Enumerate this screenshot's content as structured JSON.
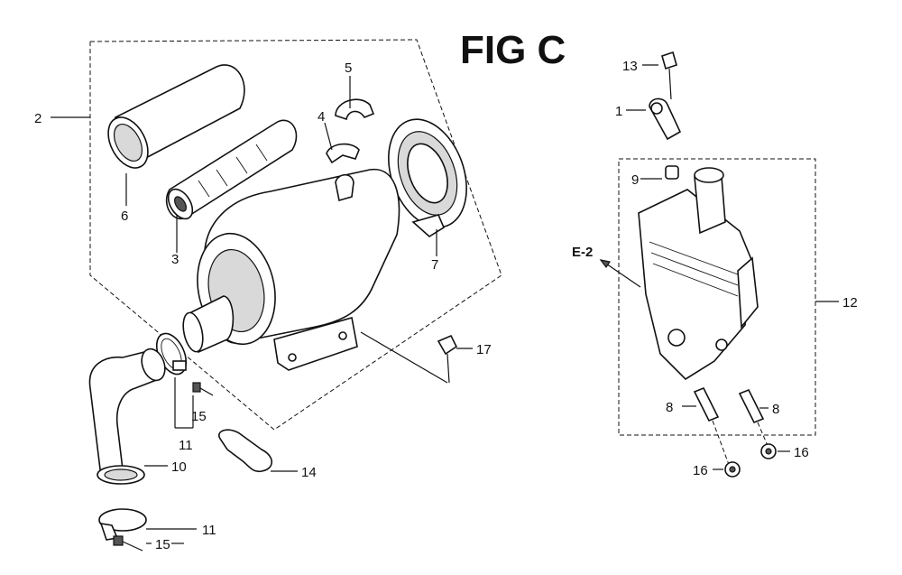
{
  "title": "FIG C",
  "labels": {
    "l1": "1",
    "l2": "2",
    "l3": "3",
    "l4": "4",
    "l5": "5",
    "l6": "6",
    "l7": "7",
    "l8a": "8",
    "l8b": "8",
    "l9": "9",
    "l10": "10",
    "l11a": "11",
    "l11b": "11",
    "l12": "12",
    "l13": "13",
    "l14": "14",
    "l15a": "15",
    "l15b": "15",
    "l16a": "16",
    "l16b": "16",
    "l17": "17",
    "e2": "E-2"
  }
}
